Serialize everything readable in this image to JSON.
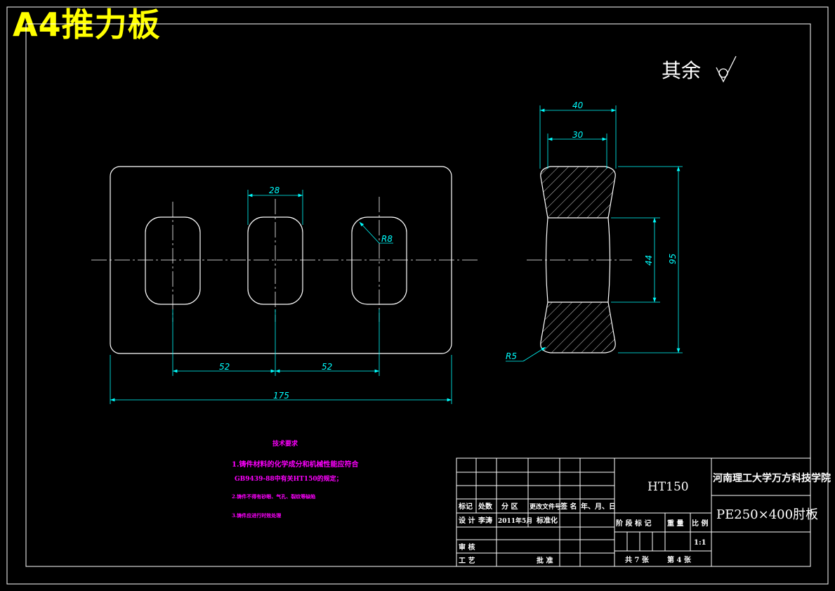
{
  "title": "A4推力板",
  "surface_note": "其余",
  "dimensions": {
    "top_40": "40",
    "top_30": "30",
    "slot_width": "28",
    "radius_slot": "R8",
    "pitch_left": "52",
    "pitch_right": "52",
    "overall_length": "175",
    "height_44": "44",
    "height_95": "95",
    "radius_corner": "R5"
  },
  "tech_requirements": {
    "heading": "技术要求",
    "line1a": "1.铸件材料的化学成分和机械性能应符合",
    "line1b": "GB9439-88中有关HT150的规定；",
    "line2": "2.铸件不得有砂眼、气孔、裂纹等缺陷",
    "line3": "3.铸件应进行时效处理"
  },
  "title_block": {
    "material": "HT150",
    "school": "河南理工大学万方科技学院",
    "part_name": "PE250×400肘板",
    "row_labels": [
      "标记",
      "处数",
      "分 区",
      "更改文件号",
      "签 名",
      "年、月、日"
    ],
    "design": "设 计",
    "designer": "李涛",
    "date": "2011年5月",
    "standardize": "标准化",
    "review": "审 核",
    "process": "工 艺",
    "approve": "批 准",
    "stage_labels": [
      "阶 段 标 记",
      "重 量",
      "比 例"
    ],
    "scale": "1:1",
    "sheet_total": "共 7 张",
    "sheet_no": "第 4 张"
  },
  "colors": {
    "background": "#000000",
    "outline": "#ffffff",
    "dimension": "#00ffff",
    "title": "#ffff00",
    "notes": "#ff00ff"
  }
}
